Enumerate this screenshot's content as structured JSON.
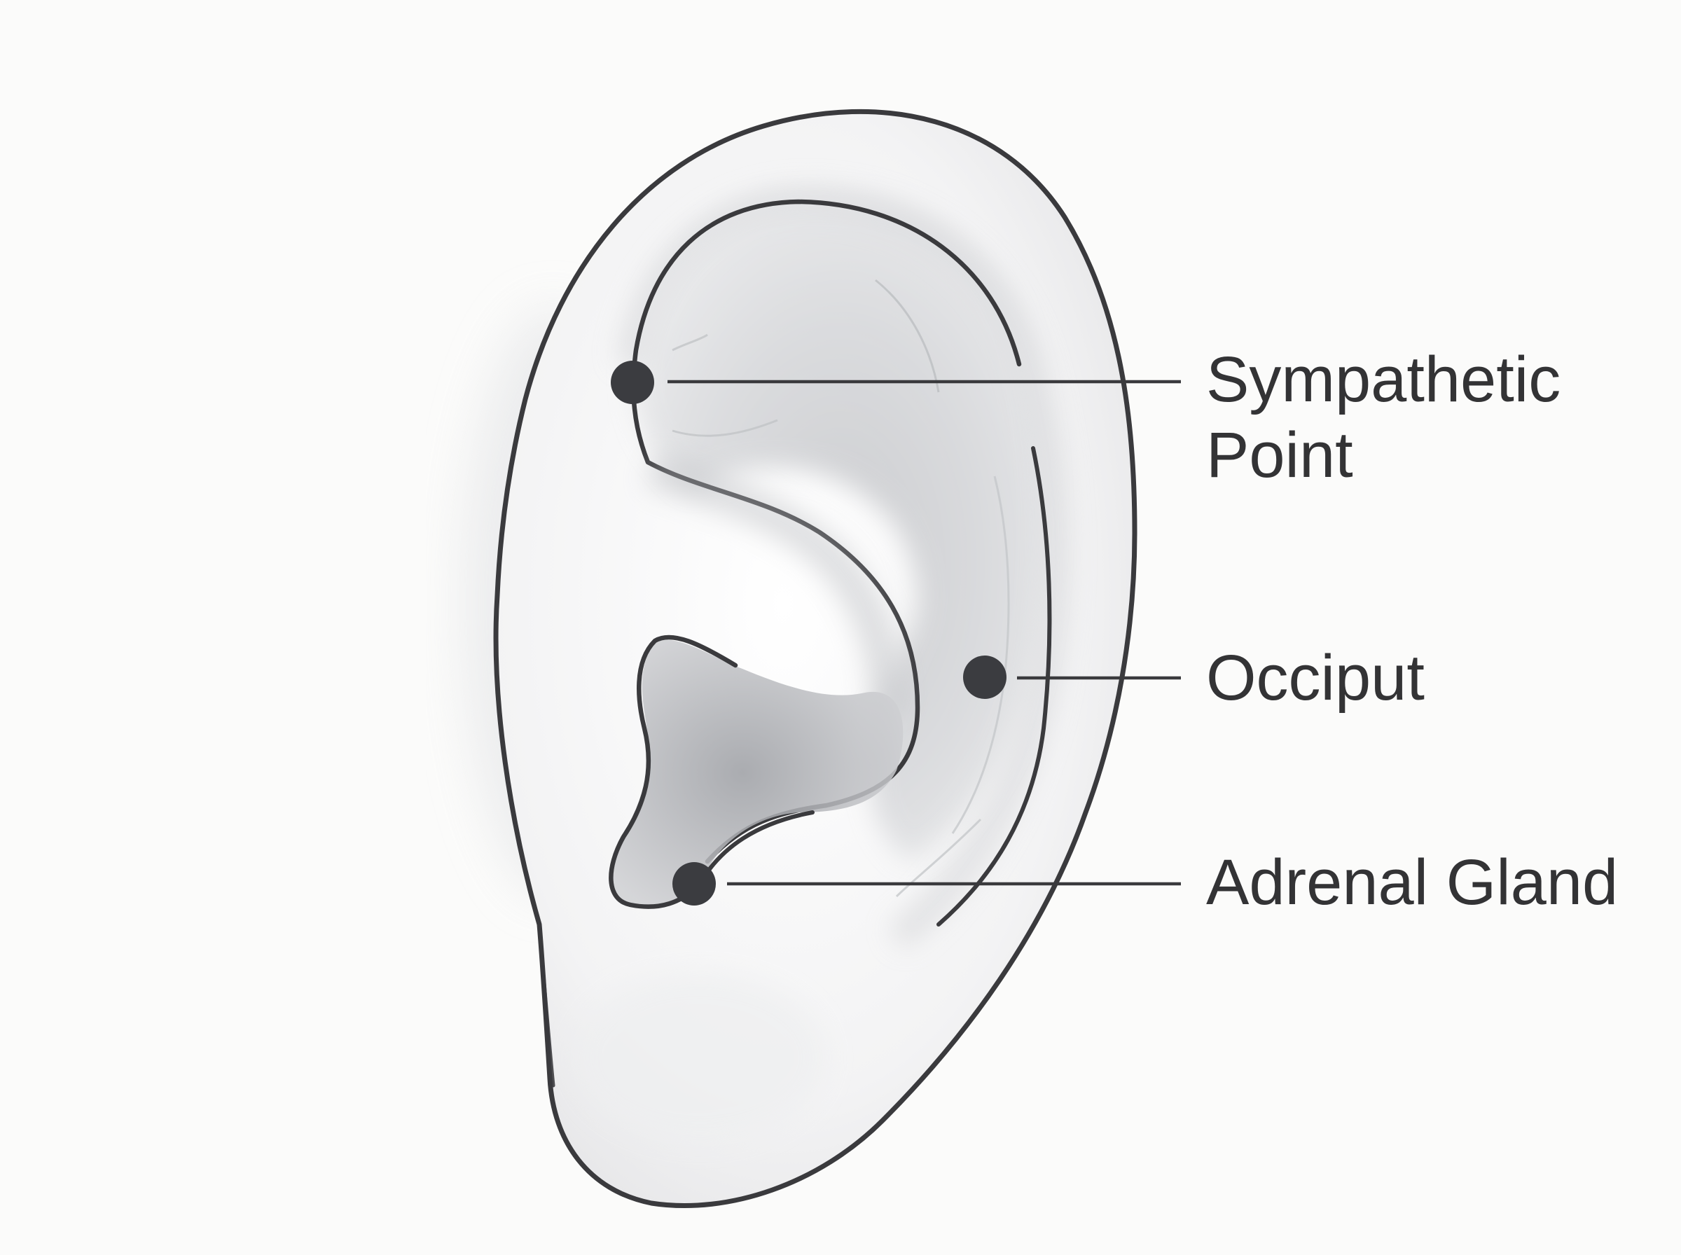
{
  "labels": {
    "sympathetic_line1": "Sympathetic",
    "sympathetic_line2": "Point",
    "occiput": "Occiput",
    "adrenal": "Adrenal Gland"
  },
  "colors": {
    "background": "#fbfbfa",
    "outline": "#3a3a3d",
    "marker": "#3b3c40",
    "text": "#333335",
    "shadow": "#a9abb0"
  }
}
